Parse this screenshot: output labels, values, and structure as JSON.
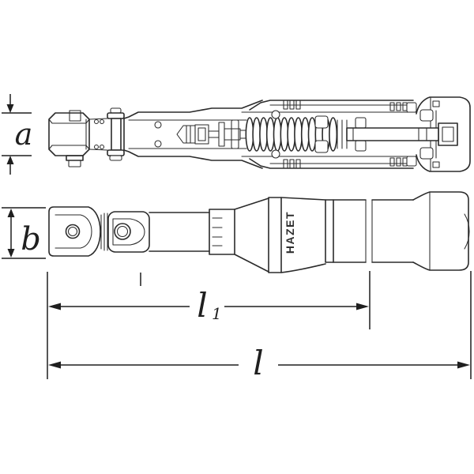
{
  "background": "#ffffff",
  "line_color": "#2b2b2b",
  "dim_color": "#1f1f1f",
  "brand": "HAZET",
  "labels": {
    "dim_a": "a",
    "dim_b": "b",
    "dim_l1_base": "l",
    "dim_l1_sub": "1",
    "dim_l": "l"
  }
}
